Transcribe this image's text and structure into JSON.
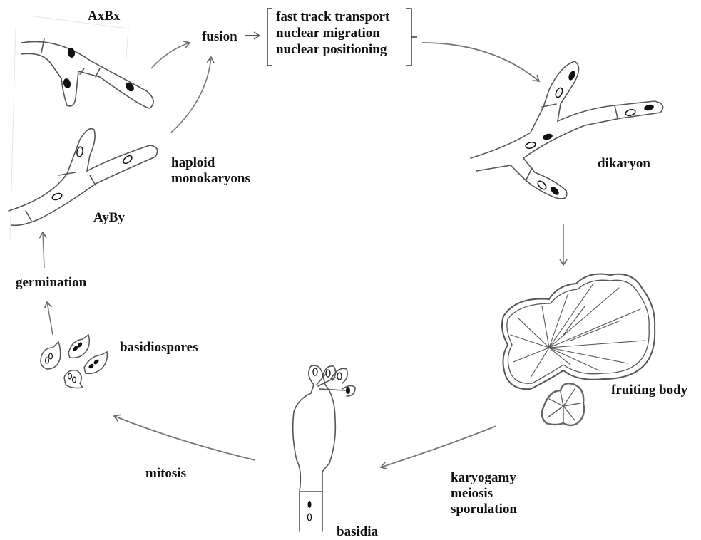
{
  "labels": {
    "axbx": "AxBx",
    "ayby": "AyBy",
    "fusion": "fusion",
    "process_items": [
      "fast track transport",
      "nuclear migration",
      "nuclear positioning"
    ],
    "haploid": [
      "haploid",
      "monokaryons"
    ],
    "dikaryon": "dikaryon",
    "fruiting_body": "fruiting body",
    "karyogamy": [
      "karyogamy",
      "meiosis",
      "sporulation"
    ],
    "basidia": "basidia",
    "mitosis": "mitosis",
    "basidiospores": "basidiospores",
    "germination": "germination"
  },
  "colors": {
    "ink": "#111111",
    "line": "#555555",
    "arrow": "#777777",
    "nucleus_dark": "#111111",
    "fruiting_body_line": "#555555"
  }
}
